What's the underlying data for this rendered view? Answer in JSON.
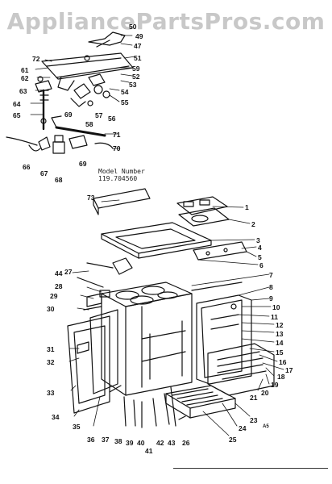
{
  "watermark": "AppliancePartsPros.com",
  "model_label": {
    "line1": "Model Number",
    "line2": "119.704560"
  },
  "corner_mark": "A5",
  "callouts": [
    "1",
    "2",
    "3",
    "4",
    "5",
    "6",
    "7",
    "8",
    "9",
    "10",
    "11",
    "12",
    "13",
    "14",
    "15",
    "16",
    "17",
    "18",
    "19",
    "20",
    "21",
    "23",
    "24",
    "25",
    "26",
    "27",
    "28",
    "29",
    "30",
    "31",
    "32",
    "33",
    "34",
    "35",
    "36",
    "37",
    "38",
    "39",
    "40",
    "41",
    "42",
    "43",
    "44",
    "47",
    "49",
    "50",
    "51",
    "52",
    "53",
    "54",
    "55",
    "56",
    "57",
    "58",
    "59",
    "61",
    "62",
    "63",
    "64",
    "65",
    "66",
    "67",
    "68",
    "69",
    "70",
    "71",
    "72",
    "73"
  ],
  "colors": {
    "ink": "#111111",
    "watermark": "#c8c8c8",
    "background": "#ffffff"
  }
}
